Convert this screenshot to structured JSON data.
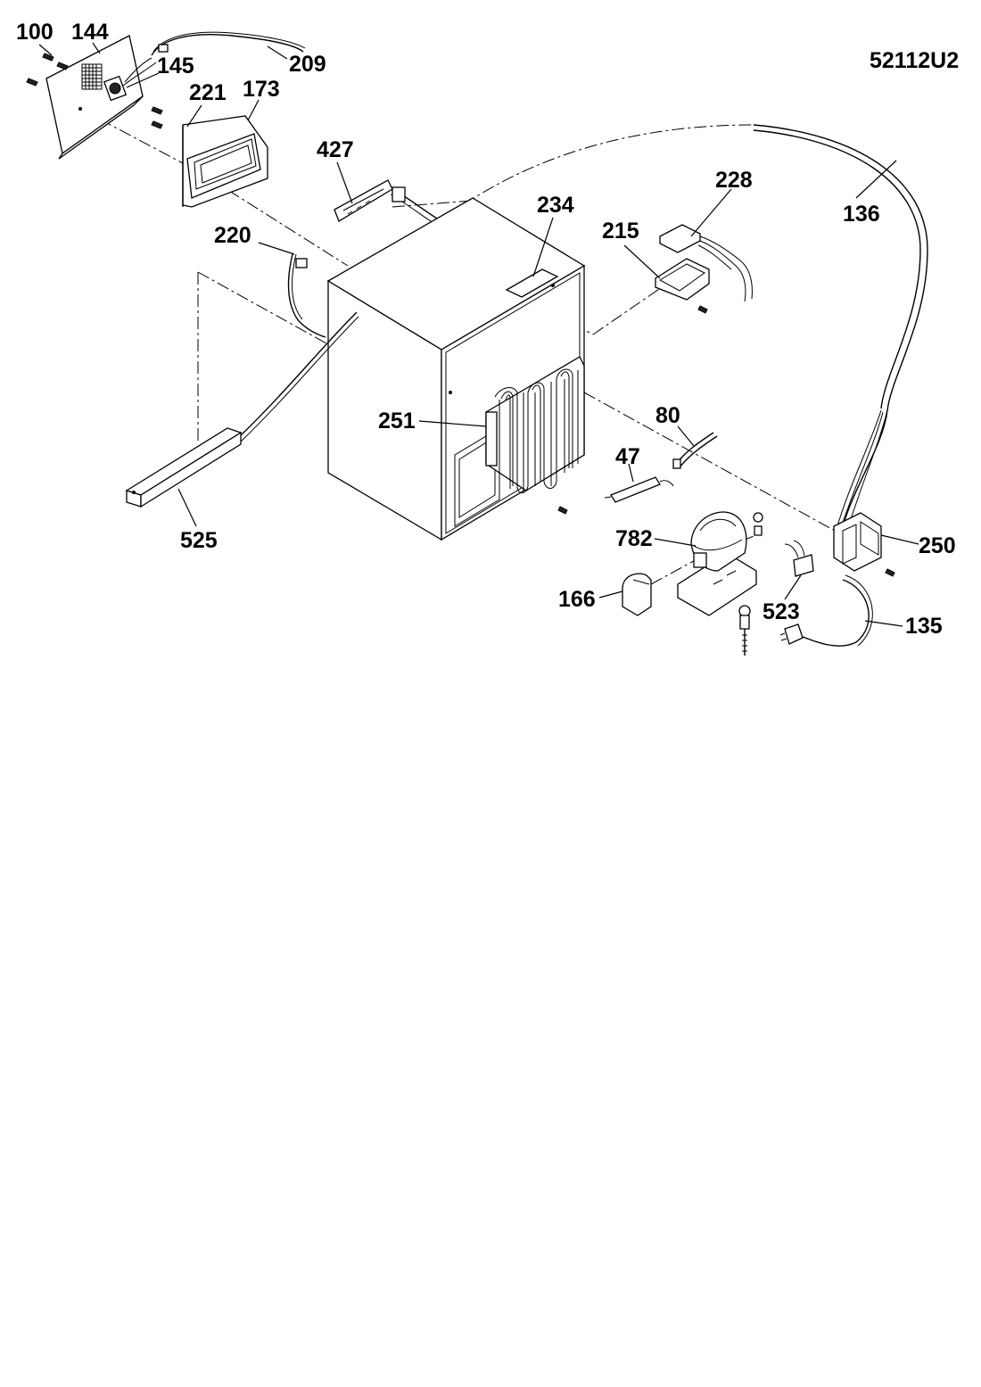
{
  "drawing_code": "52112U2",
  "callouts": [
    {
      "id": "100",
      "text": "100"
    },
    {
      "id": "144",
      "text": "144"
    },
    {
      "id": "145",
      "text": "145"
    },
    {
      "id": "209",
      "text": "209"
    },
    {
      "id": "221",
      "text": "221"
    },
    {
      "id": "173",
      "text": "173"
    },
    {
      "id": "427",
      "text": "427"
    },
    {
      "id": "228",
      "text": "228"
    },
    {
      "id": "234",
      "text": "234"
    },
    {
      "id": "215",
      "text": "215"
    },
    {
      "id": "136",
      "text": "136"
    },
    {
      "id": "220",
      "text": "220"
    },
    {
      "id": "251",
      "text": "251"
    },
    {
      "id": "80",
      "text": "80"
    },
    {
      "id": "47",
      "text": "47"
    },
    {
      "id": "525",
      "text": "525"
    },
    {
      "id": "782",
      "text": "782"
    },
    {
      "id": "250",
      "text": "250"
    },
    {
      "id": "166",
      "text": "166"
    },
    {
      "id": "523",
      "text": "523"
    },
    {
      "id": "135",
      "text": "135"
    }
  ]
}
